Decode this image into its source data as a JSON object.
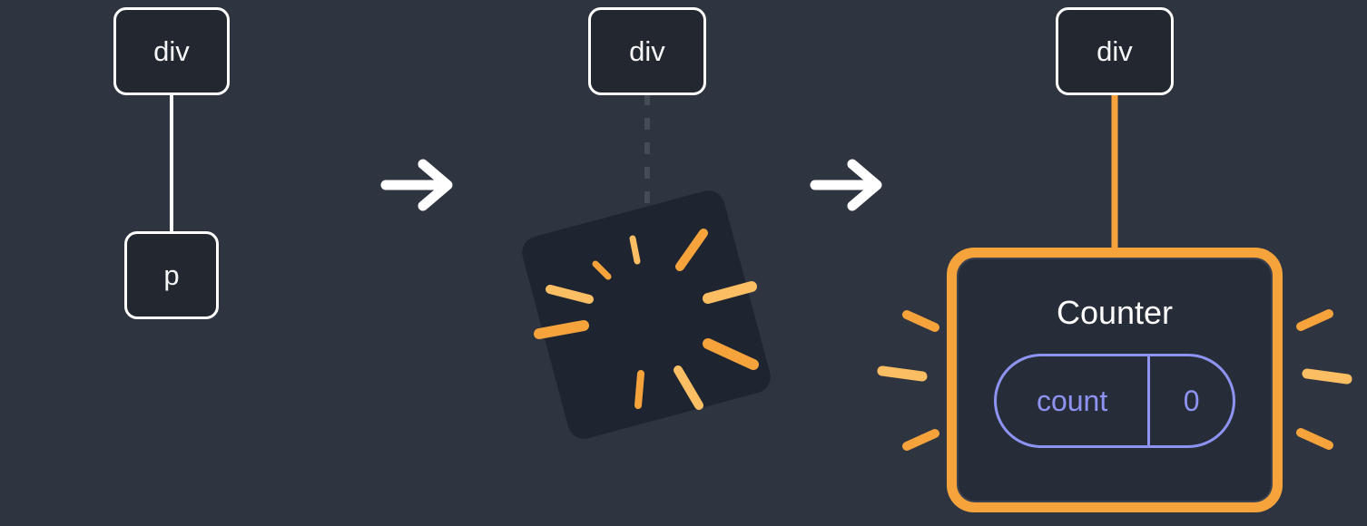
{
  "stage1": {
    "parent_label": "div",
    "child_label": "p"
  },
  "stage2": {
    "parent_label": "div"
  },
  "stage3": {
    "parent_label": "div",
    "counter": {
      "title": "Counter",
      "prop_name": "count",
      "prop_value": "0"
    }
  },
  "icons": {
    "arrow1": "arrow-right-icon",
    "arrow2": "arrow-right-icon",
    "burst": "render-burst",
    "sparks": "commit-sparks"
  },
  "colors": {
    "background": "#2E3440",
    "node_fill": "#23272F",
    "node_border": "#FFFFFF",
    "connector_white": "#FFFFFF",
    "connector_dashed": "#454B57",
    "accent_orange": "#F6A33C",
    "accent_orange_light": "#FBBE63",
    "lavender": "#8E93F2",
    "card_inner": "#272D38"
  }
}
